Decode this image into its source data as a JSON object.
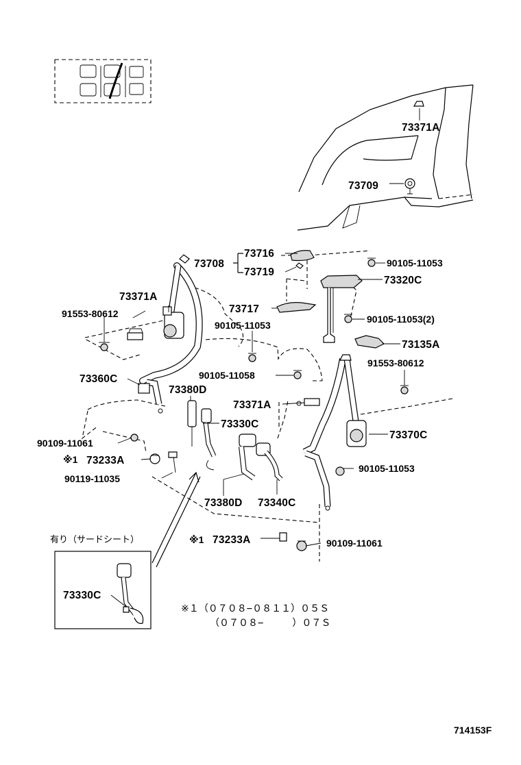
{
  "labels": {
    "p73371A_top": "73371A",
    "p73709": "73709",
    "p73716": "73716",
    "p73708": "73708",
    "p73719": "73719",
    "p90105_11053_a": "90105-11053",
    "p73320C": "73320C",
    "p73371A_left": "73371A",
    "p73717": "73717",
    "p91553_80612_a": "91553-80612",
    "p90105_11053_b": "90105-11053",
    "p90105_11053_2": "90105-11053(2)",
    "p73135A": "73135A",
    "p91553_80612_b": "91553-80612",
    "p73360C": "73360C",
    "p90105_11058": "90105-11058",
    "p73380D_top": "73380D",
    "p73371A_mid": "73371A",
    "p73330C_main": "73330C",
    "p73370C": "73370C",
    "p90109_11061_a": "90109-11061",
    "p73233A_a": "73233A",
    "p90105_11053_c": "90105-11053",
    "p90119_11035": "90119-11035",
    "p73380D_bottom": "73380D",
    "p73340C": "73340C",
    "p73233A_b": "73233A",
    "p90109_11061_b": "90109-11061",
    "p73330C_inset": "73330C"
  },
  "note_mark": "※1",
  "inset_caption": "有り（サードシート）",
  "notes": {
    "line1": "※１（０７０８−０８１１）０５Ｓ",
    "line2": "（０７０８−　　　）０７Ｓ"
  },
  "figure_id": "714153F"
}
